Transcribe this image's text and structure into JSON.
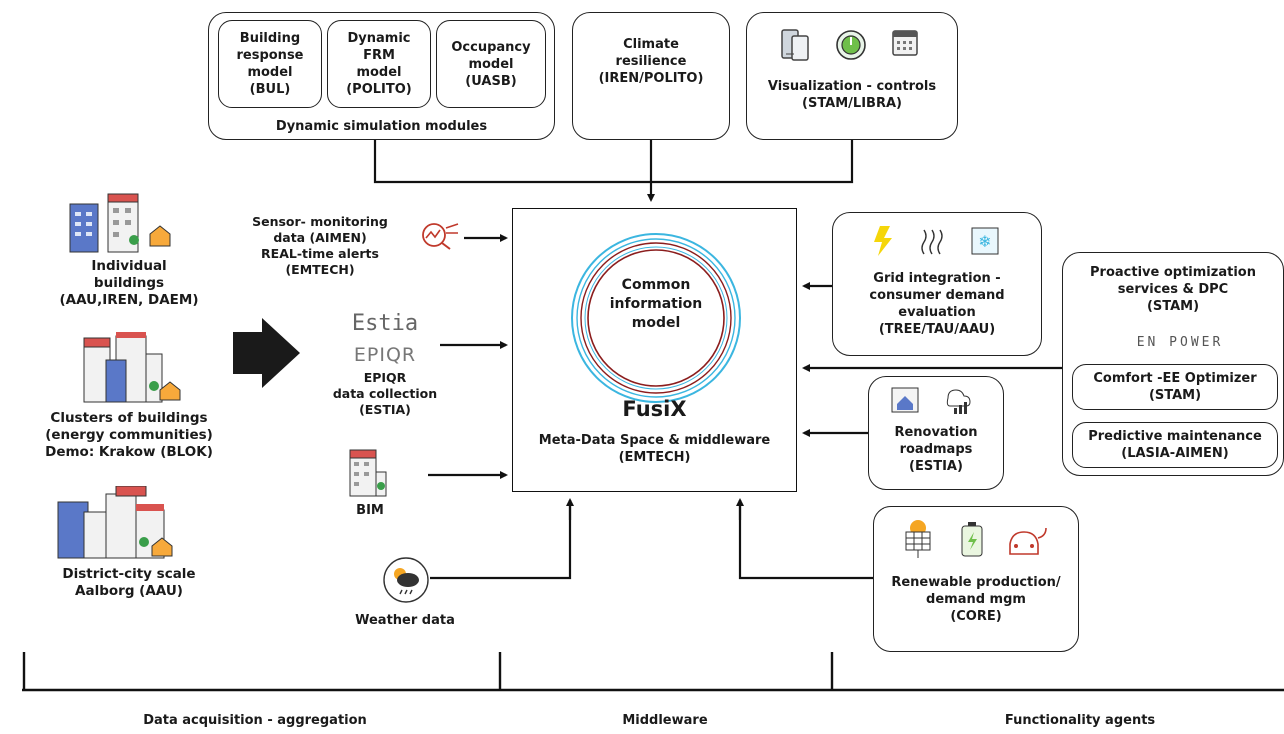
{
  "modules": {
    "bul": "Building\nresponse\nmodel\n(BUL)",
    "frm": "Dynamic\nFRM\nmodel\n(POLITO)",
    "occ": "Occupancy\nmodel\n(UASB)",
    "group_label": "Dynamic simulation modules"
  },
  "climate": "Climate\nresilience\n(IREN/POLITO)",
  "visualization": "Visualization - controls\n(STAM/LIBRA)",
  "left_sources": {
    "individual": "Individual\nbuildings\n(AAU,IREN, DAEM)",
    "clusters": "Clusters of buildings\n(energy communities)\nDemo: Krakow (BLOK)",
    "district": "District-city scale\nAalborg (AAU)"
  },
  "inputs": {
    "sensor": "Sensor- monitoring\ndata (AIMEN)\nREAL-time alerts\n(EMTECH)",
    "estia_logo": "Estia",
    "epiqr_logo": "EPIQR",
    "epiqr": "EPIQR\ndata collection\n(ESTIA)",
    "bim": "BIM",
    "weather": "Weather data"
  },
  "core": {
    "cim": "Common\ninformation\nmodel",
    "name": "FusiX",
    "subtitle": "Meta-Data Space & middleware\n(EMTECH)"
  },
  "agents": {
    "grid": "Grid integration -\nconsumer demand\nevaluation\n(TREE/TAU/AAU)",
    "proactive": "Proactive optimization\nservices & DPC\n(STAM)",
    "enpower_logo": "EN POWER",
    "comfort": "Comfort -EE Optimizer\n(STAM)",
    "predictive": "Predictive maintenance\n(LASIA-AIMEN)",
    "renovation": "Renovation\nroadmaps\n(ESTIA)",
    "renewable": "Renewable production/\ndemand mgm\n(CORE)"
  },
  "sections": {
    "acquisition": "Data acquisition - aggregation",
    "middleware": "Middleware",
    "functionality": "Functionality agents"
  },
  "colors": {
    "line": "#111111",
    "ring_blue": "#3bb6e0",
    "ring_red": "#8b1d1d",
    "building_blue": "#5a78c8",
    "building_red": "#d9534f",
    "accent_yellow": "#f5d60a"
  }
}
